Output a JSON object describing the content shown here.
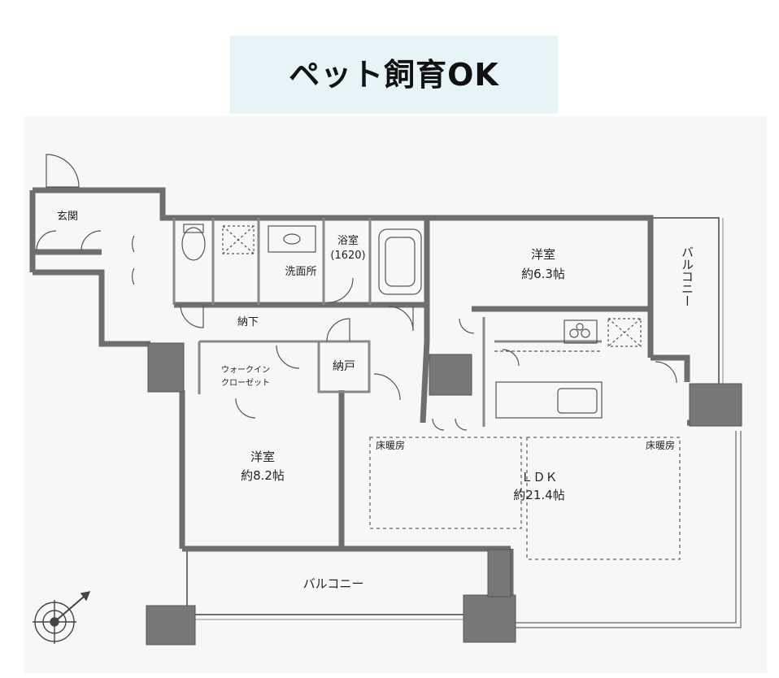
{
  "banner": {
    "text": "ペット飼育OK"
  },
  "rooms": {
    "entrance": "玄関",
    "hall": "納下",
    "washroom": "洗面所",
    "bath_name": "浴室",
    "bath_size": "(1620)",
    "western1_name": "洋室",
    "western1_size": "約6.3帖",
    "walkin_line1": "ウォークイン",
    "walkin_line2": "クローゼット",
    "storage": "納戸",
    "western2_name": "洋室",
    "western2_size": "約8.2帖",
    "ldk_name": "ＬＤＫ",
    "ldk_size": "約21.4帖",
    "floor_heat_left": "床暖房",
    "floor_heat_right": "床暖房",
    "balcony_bottom": "バルコニー",
    "balcony_right": "バルコニー"
  }
}
